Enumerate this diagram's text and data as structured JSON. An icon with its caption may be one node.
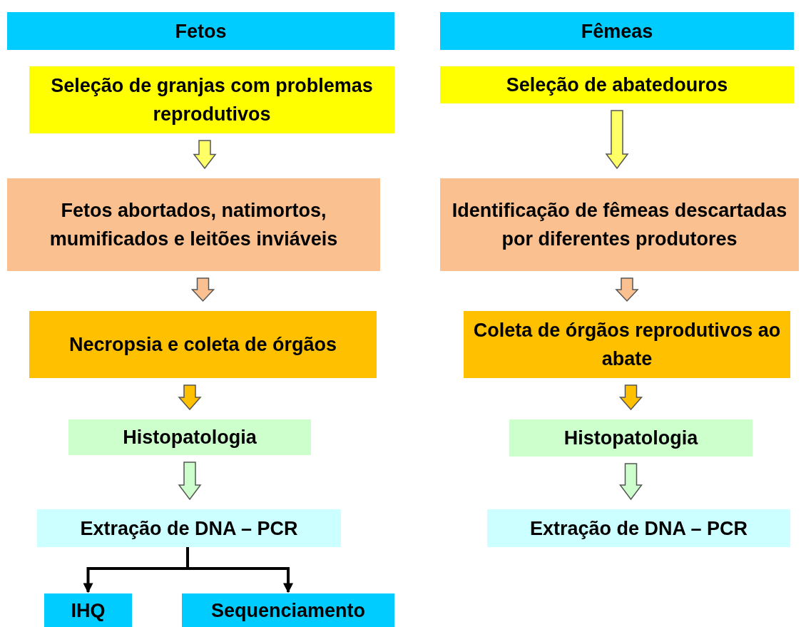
{
  "diagram": {
    "nodes": [
      {
        "text": [
          "Fetos"
        ]
      },
      {
        "text": [
          "Seleção de granjas com problemas reprodutivos"
        ]
      },
      {
        "text": [
          "Fetos abortados, natimortos, mumificados e leitões inviáveis"
        ]
      },
      {
        "text": [
          "Necropsia e coleta de órgãos"
        ]
      },
      {
        "text": [
          "Histopatologia"
        ]
      },
      {
        "text": [
          "Extração de DNA – PCR"
        ]
      },
      {
        "text": [
          "IHQ"
        ]
      },
      {
        "text": [
          "Sequenciamento"
        ]
      },
      {
        "text": [
          "Fêmeas"
        ]
      },
      {
        "text": [
          "Seleção de abatedouros"
        ]
      },
      {
        "text": [
          "Identificação de fêmeas descartadas por diferentes produtores"
        ]
      },
      {
        "text": [
          "Coleta de órgãos reprodutivos ao abate"
        ]
      },
      {
        "text": [
          "Histopatologia"
        ]
      },
      {
        "text": [
          "Extração de DNA – PCR"
        ]
      }
    ],
    "edges": [
      {
        "from": 1,
        "to": 2,
        "arrow": "to",
        "style": "thick",
        "color": "#ffff66"
      },
      {
        "from": 2,
        "to": 3,
        "arrow": "to",
        "style": "thick",
        "color": "#fac090"
      },
      {
        "from": 3,
        "to": 4,
        "arrow": "to",
        "style": "thick",
        "color": "#ffc000"
      },
      {
        "from": 4,
        "to": 5,
        "arrow": "to",
        "style": "thick",
        "color": "#ccffcc"
      },
      {
        "from": 5,
        "to": 6,
        "arrow": "to"
      },
      {
        "from": 5,
        "to": 7,
        "arrow": "to"
      },
      {
        "from": 9,
        "to": 10,
        "arrow": "to",
        "style": "thick",
        "color": "#ffff66"
      },
      {
        "from": 10,
        "to": 11,
        "arrow": "to",
        "style": "thick",
        "color": "#fac090"
      },
      {
        "from": 11,
        "to": 12,
        "arrow": "to",
        "style": "thick",
        "color": "#ffc000"
      },
      {
        "from": 12,
        "to": 13,
        "arrow": "to",
        "style": "thick",
        "color": "#ccffcc"
      }
    ]
  }
}
